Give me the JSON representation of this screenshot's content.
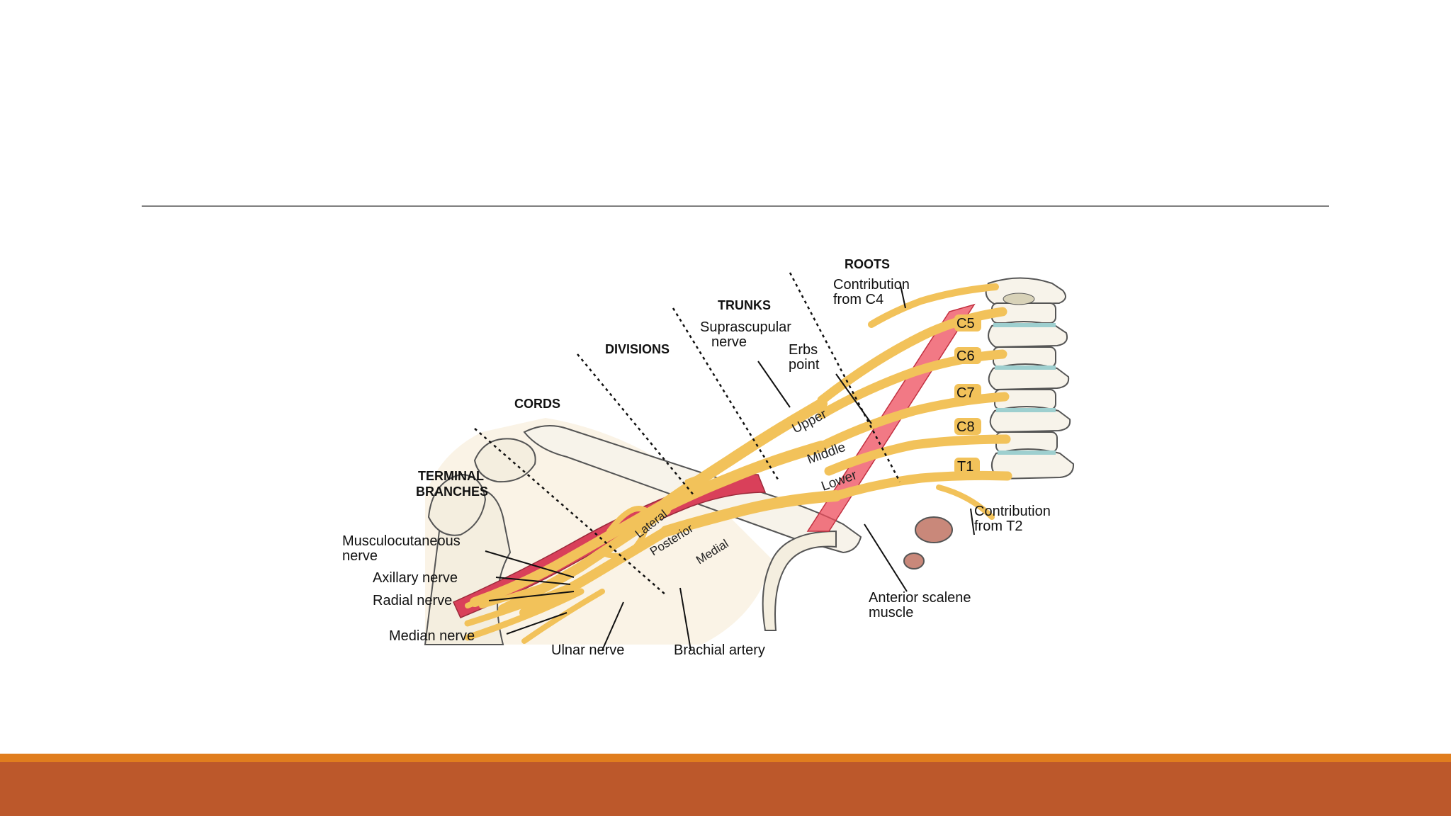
{
  "headers": {
    "roots": "ROOTS",
    "trunks": "TRUNKS",
    "divisions": "DIVISIONS",
    "cords": "CORDS",
    "terminal_1": "TERMINAL",
    "terminal_2": "BRANCHES"
  },
  "labels": {
    "c4_1": "Contribution",
    "c4_2": "from C4",
    "suprascap_1": "Suprascupular",
    "suprascap_2": "nerve",
    "erbs_1": "Erbs",
    "erbs_2": "point",
    "t2_1": "Contribution",
    "t2_2": "from T2",
    "musculo_1": "Musculocutaneous",
    "musculo_2": "nerve",
    "axillary": "Axillary nerve",
    "radial": "Radial nerve",
    "median": "Median nerve",
    "ulnar": "Ulnar nerve",
    "brachial": "Brachial artery",
    "scalene_1": "Anterior scalene",
    "scalene_2": "muscle"
  },
  "roots": [
    "C5",
    "C6",
    "C7",
    "C8",
    "T1"
  ],
  "trunks": [
    "Upper",
    "Middle",
    "Lower"
  ],
  "cords": [
    "Lateral",
    "Posterior",
    "Medial"
  ],
  "colors": {
    "nerve": "#f2c25a",
    "nerve_light": "#f7dc94",
    "artery": "#d9405a",
    "muscle": "#ee4c5c",
    "bone": "#f4eedf",
    "rule": "#7f7f7f",
    "band_top": "#e07d1e",
    "band": "#bc582b"
  }
}
